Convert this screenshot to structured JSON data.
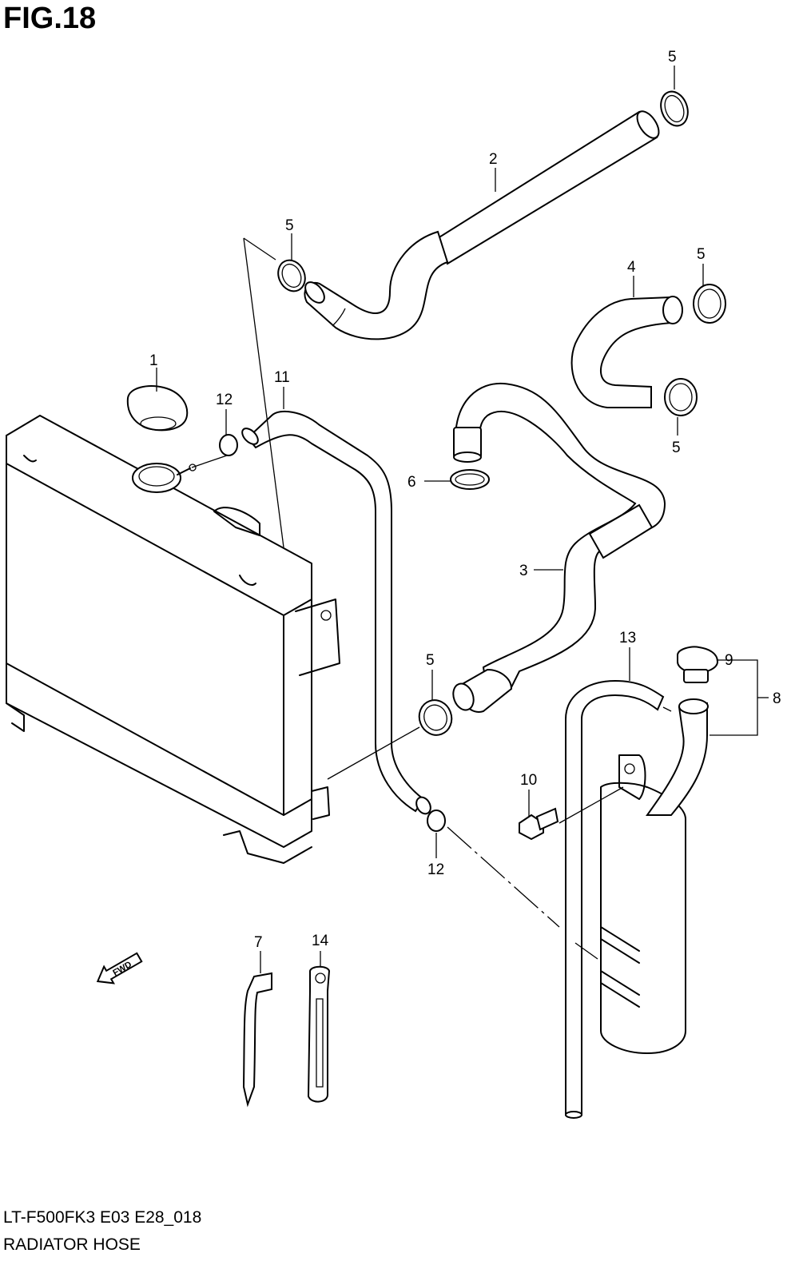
{
  "figure": {
    "title": "FIG.18",
    "model_code": "LT-F500FK3 E03 E28_018",
    "name": "RADIATOR HOSE"
  },
  "callouts": [
    "1",
    "2",
    "3",
    "4",
    "5",
    "6",
    "7",
    "8",
    "9",
    "10",
    "11",
    "12",
    "13",
    "14"
  ],
  "fwd_label": "FWD"
}
